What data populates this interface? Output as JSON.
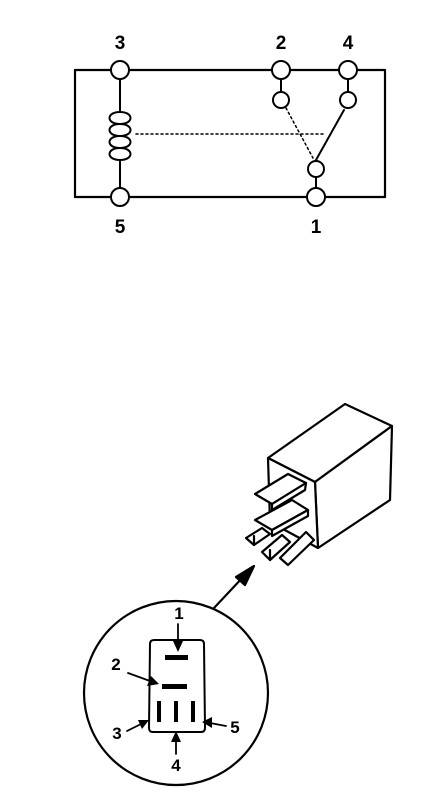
{
  "schematic": {
    "terminals": [
      {
        "id": "3",
        "label": "3"
      },
      {
        "id": "2",
        "label": "2"
      },
      {
        "id": "4",
        "label": "4"
      },
      {
        "id": "5",
        "label": "5"
      },
      {
        "id": "1",
        "label": "1"
      }
    ]
  },
  "connector_view": {
    "pins": [
      {
        "id": "1",
        "label": "1"
      },
      {
        "id": "2",
        "label": "2"
      },
      {
        "id": "3",
        "label": "3"
      },
      {
        "id": "4",
        "label": "4"
      },
      {
        "id": "5",
        "label": "5"
      }
    ]
  }
}
